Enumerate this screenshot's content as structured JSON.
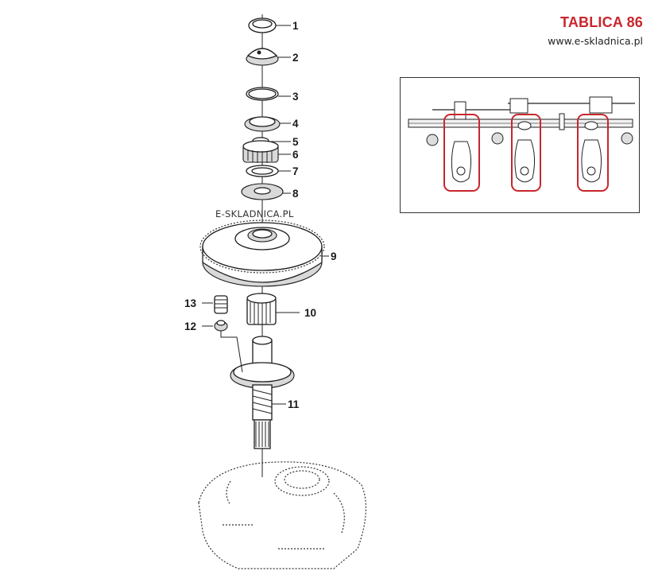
{
  "header": {
    "title": "TABLICA 86",
    "site": "www.e-skladnica.pl"
  },
  "watermark": "E-SKLADNICA.PL",
  "callouts": [
    "1",
    "2",
    "3",
    "4",
    "5",
    "6",
    "7",
    "8",
    "9",
    "10",
    "11",
    "12",
    "13"
  ],
  "colors": {
    "title": "#c8262d",
    "highlight": "#c8262d",
    "line": "#222222"
  }
}
